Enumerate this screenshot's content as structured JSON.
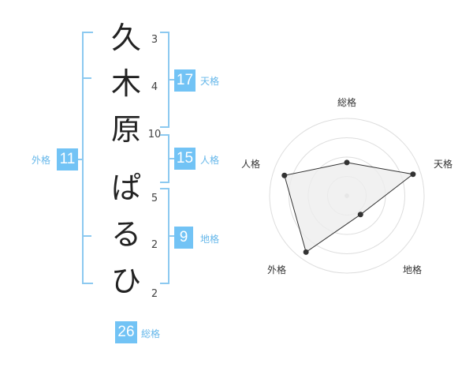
{
  "name": {
    "chars": [
      "久",
      "木",
      "原",
      "ぱ",
      "る",
      "ひ"
    ],
    "strokes": [
      "3",
      "4",
      "10",
      "5",
      "2",
      "2"
    ]
  },
  "kaku": {
    "tenkaku": {
      "value": "17",
      "label": "天格"
    },
    "jinkaku": {
      "value": "15",
      "label": "人格"
    },
    "chikaku": {
      "value": "9",
      "label": "地格"
    },
    "gaikaku": {
      "value": "11",
      "label": "外格"
    },
    "soukaku": {
      "value": "26",
      "label": "総格"
    }
  },
  "chart_data": {
    "type": "radar",
    "axes": [
      "総格",
      "天格",
      "地格",
      "外格",
      "人格"
    ],
    "values": [
      0.43,
      0.9,
      0.3,
      0.9,
      0.85
    ],
    "max": 1,
    "rings": 4,
    "colors": {
      "fill": "#eeeeee",
      "line": "#333333",
      "grid": "#dddddd",
      "point": "#333333",
      "center": "#cccccc"
    }
  }
}
